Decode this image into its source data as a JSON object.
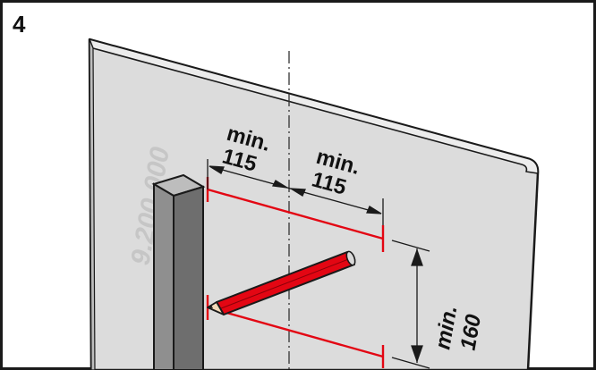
{
  "step_number": "4",
  "watermark": "9.200.000",
  "labels": {
    "horizontal_left": {
      "line1": "min.",
      "line2": "115"
    },
    "horizontal_right": {
      "line1": "min.",
      "line2": "115"
    },
    "vertical": {
      "line1": "min.",
      "line2": "160"
    }
  },
  "colors": {
    "panel_fill": "#dcdcdc",
    "post_fill": "#8f8f8f",
    "marking_red": "#e30613",
    "outline": "#1a1a1a"
  }
}
